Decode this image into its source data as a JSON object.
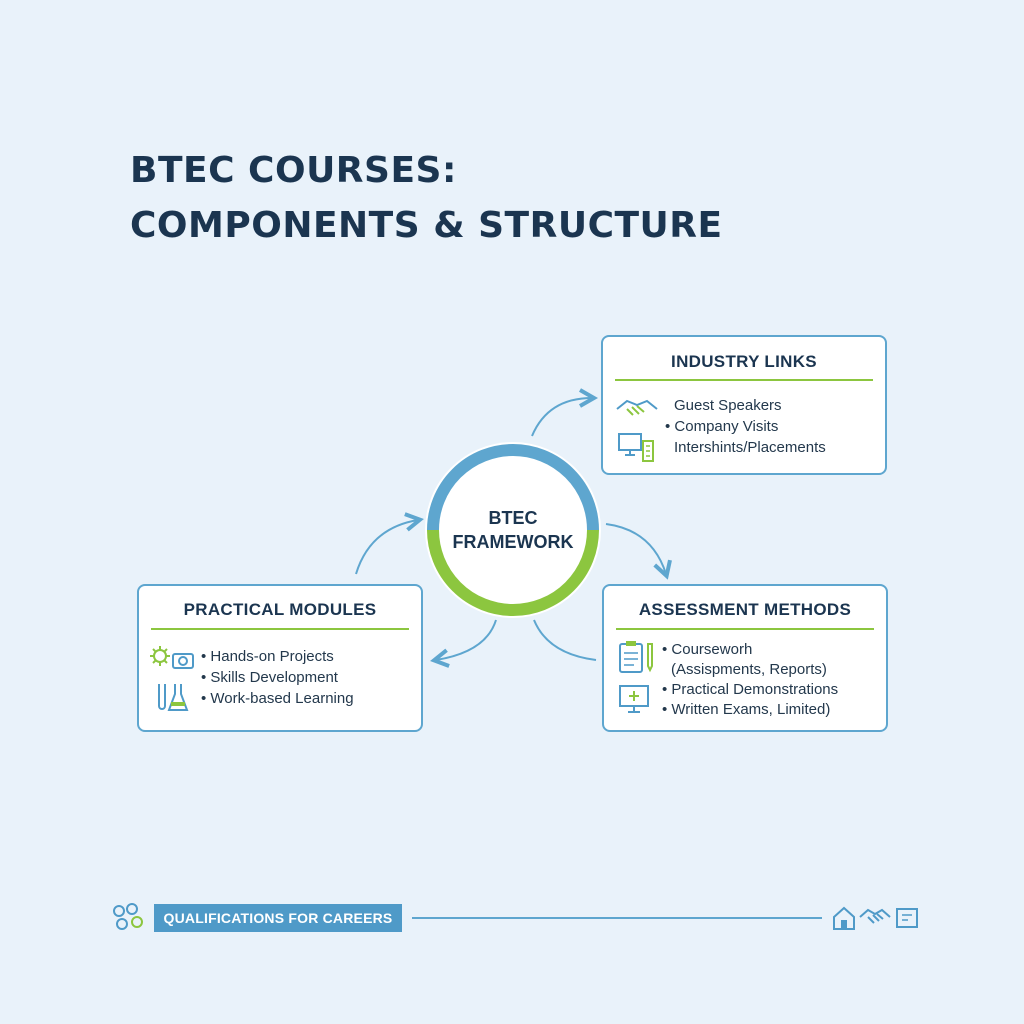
{
  "title": {
    "line1": "BTEC COURSES:",
    "line2": "COMPONENTS & STRUCTURE"
  },
  "center": {
    "line1": "BTEC",
    "line2": "FRAMEWORK"
  },
  "cards": {
    "industry_links": {
      "title": "INDUSTRY LINKS",
      "items": [
        "Guest Speakers",
        "• Company Visits",
        "Intershints/Placements"
      ],
      "icons": [
        "handshake-icon",
        "computer-building-icon"
      ]
    },
    "practical_modules": {
      "title": "PRACTICAL MODULES",
      "items": [
        "• Hands-on Projects",
        "• Skills Development",
        "• Work-based Learning"
      ],
      "icons": [
        "gear-camera-icon",
        "lab-flask-icon"
      ]
    },
    "assessment_methods": {
      "title": "ASSESSMENT METHODS",
      "items": [
        "• Coursewor​h",
        "(Assispments, Reports)",
        "• Practical Demonstrations",
        "• Written Exams, Limited)"
      ],
      "icons": [
        "clipboard-icon",
        "monitor-icon"
      ]
    }
  },
  "footer": {
    "label": "QUALIFICATIONS FOR CAREERS",
    "left_icon": "community-icon",
    "right_icons": [
      "school-icon",
      "handshake-icon",
      "certificate-icon"
    ]
  },
  "colors": {
    "background": "#e9f2fa",
    "accent_blue": "#5ea6cf",
    "accent_green": "#8cc63f",
    "heading": "#1b3550"
  }
}
